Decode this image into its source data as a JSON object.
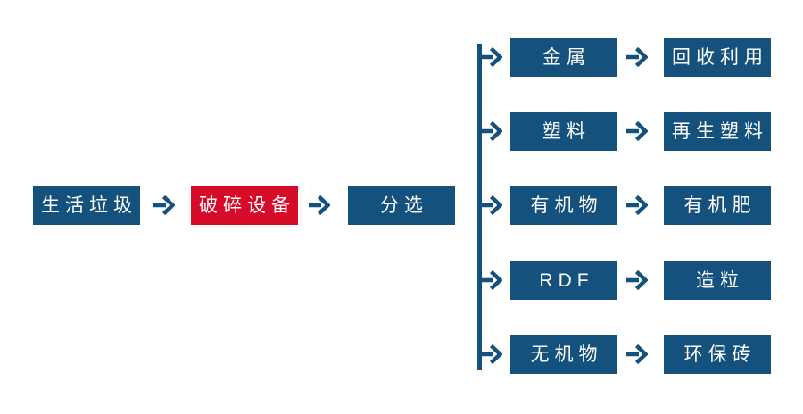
{
  "colors": {
    "node_blue": "#15517D",
    "highlight_red": "#D60B28",
    "text_white": "#FFFFFF"
  },
  "flow": {
    "source": {
      "label": "生活垃圾"
    },
    "crusher": {
      "label": "破碎设备"
    },
    "sorting": {
      "label": "分选"
    }
  },
  "branches": [
    {
      "output": "金属",
      "result": "回收利用"
    },
    {
      "output": "塑料",
      "result": "再生塑料"
    },
    {
      "output": "有机物",
      "result": "有机肥"
    },
    {
      "output": "RDF",
      "result": "造粒"
    },
    {
      "output": "无机物",
      "result": "环保砖"
    }
  ]
}
